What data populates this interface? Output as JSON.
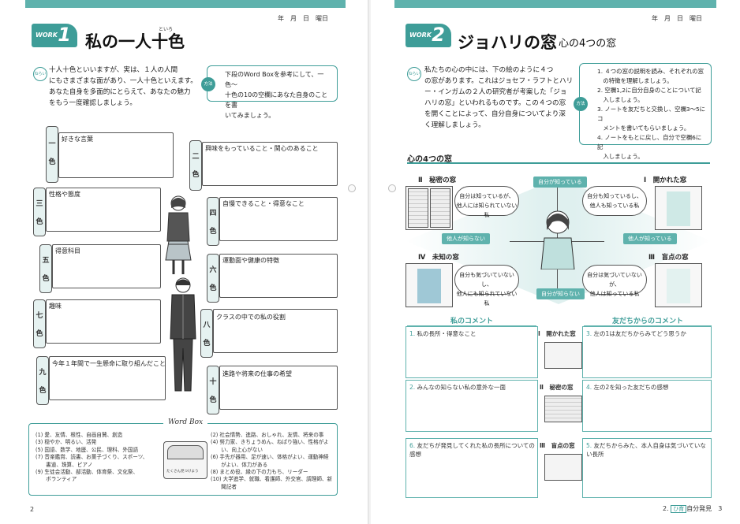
{
  "left": {
    "date_line": "年　月　日　曜日",
    "work_badge": {
      "label": "WORK",
      "number": "1"
    },
    "title": "私の一人十色",
    "ruby": "といろ",
    "aim_label": "ねらい",
    "intro_lines": [
      "十人十色といいますが、実は、１人の人間",
      "にもさまざまな面があり、一人十色といえます。",
      "あなた自身を多面的にとらえて、あなたの魅力",
      "をもう一度確認しましょう。"
    ],
    "method_label": "方法",
    "method_lines": [
      "下段のWord Boxを参考にして、一色〜",
      "十色の10の空欄にあなた自身のことを書",
      "いてみましょう。"
    ],
    "colors": [
      {
        "mark": [
          "一",
          "色"
        ],
        "label": "好きな言葉"
      },
      {
        "mark": [
          "二",
          "色"
        ],
        "label": "興味をもっていること・関心のあること"
      },
      {
        "mark": [
          "三",
          "色"
        ],
        "label": "性格や態度"
      },
      {
        "mark": [
          "四",
          "色"
        ],
        "label": "自慢できること・得意なこと"
      },
      {
        "mark": [
          "五",
          "色"
        ],
        "label": "得意科目"
      },
      {
        "mark": [
          "六",
          "色"
        ],
        "label": "運動面や健康の特徴"
      },
      {
        "mark": [
          "七",
          "色"
        ],
        "label": "趣味"
      },
      {
        "mark": [
          "八",
          "色"
        ],
        "label": "クラスの中での私の役割"
      },
      {
        "mark": [
          "九",
          "色"
        ],
        "label": "今年１年間で一生懸命に取り組んだこと"
      },
      {
        "mark": [
          "十",
          "色"
        ],
        "label": "進路や将来の仕事の希望"
      }
    ],
    "wordbox": {
      "title": "Word Box",
      "col1": [
        "(1) 愛、友情、根性、自画自賛、創造",
        "(3) 穏やか、明るい、活発",
        "",
        "(5) 国語、数学、地歴、公民、理科、外国語",
        "(7) 音楽鑑賞、読書、お菓子づくり、スポーツ、",
        "　　書道、珠算、ピアノ",
        "(9) 生徒会活動、部活動、体育祭、文化祭、",
        "　　ボランティア"
      ],
      "col2": [
        "(2) 社会情勢、進路、おしゃれ、友情、将来の事",
        "(4) 努力家、きちょうめん、ねばり強い、性格がよ",
        "　　い、向上心がない",
        "(6) 手先が器用、足が速い、体格がよい、運動神経",
        "　　がよい、体力がある",
        "(8) まとめ役、縁の下の力もち、リーダー",
        "(10) 大学進学、就職、看護師、外交官、調理師、新",
        "　　聞記者"
      ],
      "chest_label": "たくさん見つけよう"
    },
    "page_number": "2"
  },
  "right": {
    "date_line": "年　月　日　曜日",
    "work_badge": {
      "label": "WORK",
      "number": "2"
    },
    "title": "ジョハリの窓",
    "subtitle": "心の4つの窓",
    "aim_label": "ねらい",
    "intro_lines": [
      "私たちの心の中には、下の絵のように４つ",
      "の窓があります。これはジョセフ・ラフトとハリ",
      "ー・インガムの２人の研究者が考案した「ジョ",
      "ハリの窓」といわれるものです。この４つの窓",
      "を開くことによって、自分自身についてより深",
      "く理解しましょう。"
    ],
    "method_label": "方法",
    "method_lines": [
      "1. ４つの窓の説明を読み、それぞれの窓",
      "　の特徴を理解しましょう。",
      "2. 空欄1,2に自分自身のことについて記",
      "　入しましょう。",
      "3. ノートを友だちと交換し、空欄3〜5にコ",
      "　メントを書いてもらいましょう。",
      "4. ノートをもとに戻し、自分で空欄6に記",
      "　入しましょう。"
    ],
    "diagram_title": "心の4つの窓",
    "windows": {
      "secret": {
        "num": "Ⅱ",
        "name": "秘密の窓",
        "lines": [
          "自分は知っているが、",
          "他人には知られていない私"
        ]
      },
      "open": {
        "num": "Ⅰ",
        "name": "開かれた窓",
        "lines": [
          "自分も知っているし、",
          "他人も知っている私"
        ]
      },
      "unknown": {
        "num": "Ⅳ",
        "name": "未知の窓",
        "lines": [
          "自分も気づいていないし、",
          "他人にも知られていない私"
        ]
      },
      "blind": {
        "num": "Ⅲ",
        "name": "盲点の窓",
        "lines": [
          "自分は気づいていないが、",
          "他人は知っている私"
        ]
      }
    },
    "axis": {
      "self_knows": "自分が知っている",
      "self_unknown": "自分が知らない",
      "others_unknown": "他人が知らない",
      "others_know": "他人が知っている"
    },
    "my_comment": "私のコメント",
    "friend_comment": "友だちからのコメント",
    "boxes": {
      "b1": {
        "num": "1.",
        "text": "私の長所・得意なこと"
      },
      "b2": {
        "num": "2.",
        "text": "みんなの知らない私の意外な一面"
      },
      "b6": {
        "num": "6.",
        "text": "友だちが発見してくれた私の長所についての感想"
      },
      "b3": {
        "num": "3.",
        "text": "左の1は友だちからみてどう思うか"
      },
      "b4": {
        "num": "4.",
        "text": "左の2を知った友だちの感想"
      },
      "b5": {
        "num": "5.",
        "text": "友だちからみた、本人自身は気づいていない長所"
      }
    },
    "mid": {
      "open": {
        "num": "Ⅰ",
        "name": "開かれた窓"
      },
      "secret": {
        "num": "Ⅱ",
        "name": "秘密の窓"
      },
      "blind": {
        "num": "Ⅲ",
        "name": "盲点の窓"
      }
    },
    "footer_section": "2.",
    "footer_tag": "ひ育",
    "footer_text": "自分発見",
    "page_number": "3"
  }
}
